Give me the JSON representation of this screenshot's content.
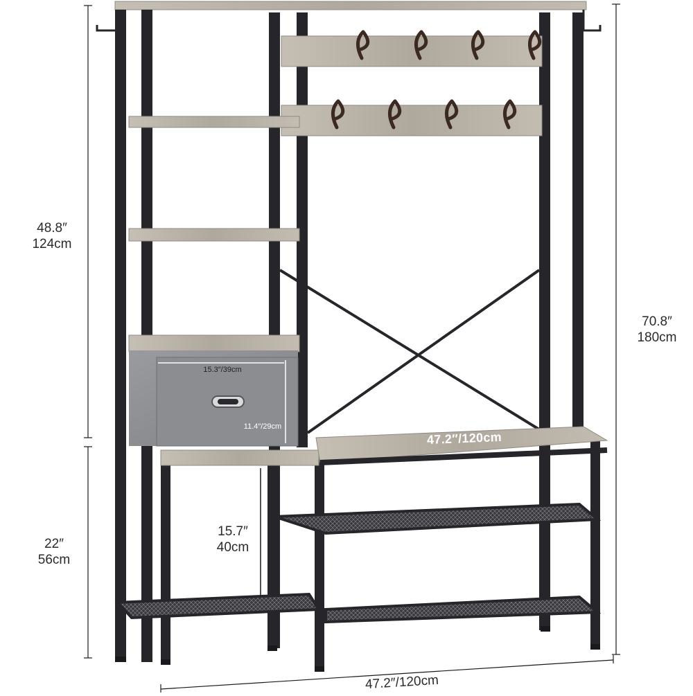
{
  "dimensions": {
    "upper_height": {
      "inch": "48.8″",
      "cm": "124cm"
    },
    "lower_height": {
      "inch": "22″",
      "cm": "56cm"
    },
    "total_height": {
      "inch": "70.8″",
      "cm": "180cm"
    },
    "shelf_clearance": {
      "inch": "15.7″",
      "cm": "40cm"
    },
    "drawer_width": "15.3″/39cm",
    "drawer_height": "11.4″/29cm",
    "seat_width": "47.2″/120cm",
    "total_width": "47.2″/120cm"
  },
  "colors": {
    "frame": "#26262a",
    "wood": "#b9b3a8",
    "wood_edge": "#8f8a80",
    "drawer": "#8d8e91",
    "hook": "#3a2a22",
    "dim_line": "#1a1a1a"
  }
}
